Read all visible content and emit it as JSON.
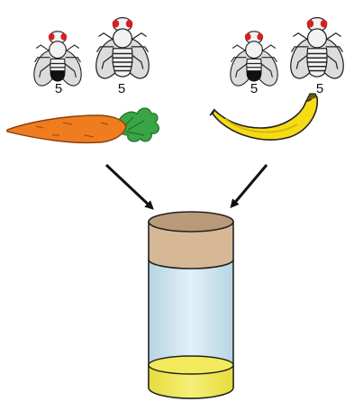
{
  "groups": [
    {
      "food": "carrot-icon",
      "flies": [
        {
          "sex": "male",
          "count": "5"
        },
        {
          "sex": "female",
          "count": "5"
        }
      ]
    },
    {
      "food": "banana-icon",
      "flies": [
        {
          "sex": "male",
          "count": "5"
        },
        {
          "sex": "female",
          "count": "5"
        }
      ]
    }
  ],
  "colors": {
    "fly_body": "#e8e8e8",
    "fly_eye": "#d61f1f",
    "male_abdomen_tip": "#111111",
    "carrot": "#ef7d1f",
    "carrot_leaves": "#3aa544",
    "banana": "#f5dc14",
    "vial_cap": "#d6b896",
    "vial_cap_top": "#b89a7a",
    "vial_glass": "#c8e1ee",
    "vial_food": "#f2ea5a",
    "arrow": "#111111"
  }
}
